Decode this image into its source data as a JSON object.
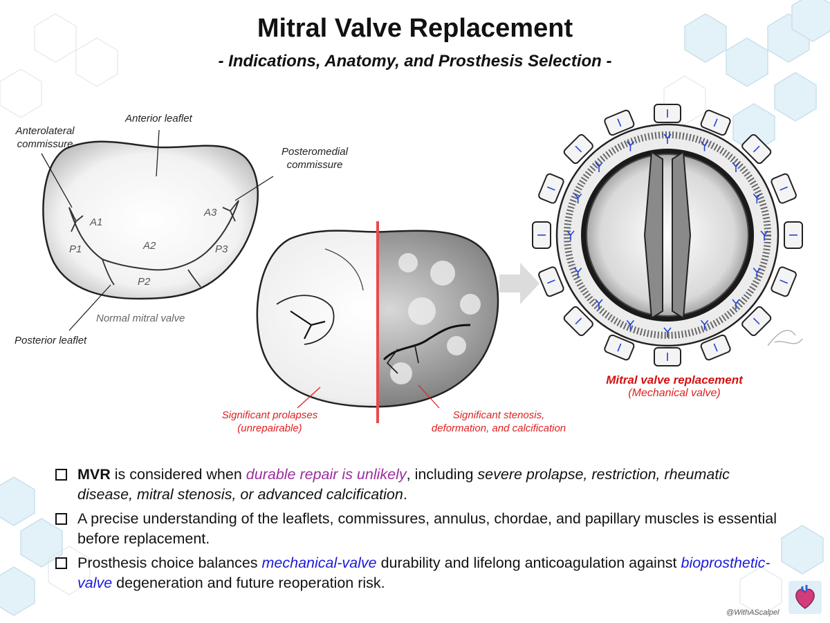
{
  "header": {
    "title": "Mitral Valve Replacement",
    "subtitle": "- Indications, Anatomy, and Prosthesis Selection -"
  },
  "normal_valve": {
    "anterior_leaflet": "Anterior leaflet",
    "anterolateral_commissure_1": "Anterolateral",
    "anterolateral_commissure_2": "commissure",
    "posteromedial_commissure_1": "Posteromedial",
    "posteromedial_commissure_2": "commissure",
    "posterior_leaflet": "Posterior leaflet",
    "caption": "Normal mitral valve",
    "segments": [
      "A1",
      "A2",
      "A3",
      "P1",
      "P2",
      "P3"
    ]
  },
  "diseased_valve": {
    "left_caption_1": "Significant prolapses",
    "left_caption_2": "(unrepairable)",
    "right_caption_1": "Significant stenosis,",
    "right_caption_2": "deformation, and calcification"
  },
  "prosthesis": {
    "caption": "Mitral valve replacement",
    "subcaption": "(Mechanical valve)"
  },
  "bullets": [
    {
      "parts": [
        {
          "text": "MVR",
          "style": "bold"
        },
        {
          "text": " is considered when ",
          "style": "normal"
        },
        {
          "text": "durable repair is unlikely",
          "style": "purple"
        },
        {
          "text": ", including ",
          "style": "normal"
        },
        {
          "text": "severe prolapse, restriction, rheumatic disease, mitral stenosis, or advanced calcification",
          "style": "italic"
        },
        {
          "text": ".",
          "style": "normal"
        }
      ]
    },
    {
      "parts": [
        {
          "text": "A precise understanding of the leaflets, commissures, annulus, chordae, and papillary muscles is essential before replacement.",
          "style": "normal"
        }
      ]
    },
    {
      "parts": [
        {
          "text": "Prosthesis choice balances ",
          "style": "normal"
        },
        {
          "text": "mechanical-valve",
          "style": "blue"
        },
        {
          "text": " durability and lifelong anticoagulation against ",
          "style": "normal"
        },
        {
          "text": "bioprosthetic-valve",
          "style": "blue"
        },
        {
          "text": " degeneration and future reoperation risk.",
          "style": "normal"
        }
      ]
    }
  ],
  "footer": {
    "handle": "@WithAScalpel",
    "logo_icon": "heart-icon"
  },
  "colors": {
    "accent_red": "#e02020",
    "purple": "#9b2d9e",
    "blue": "#1a1adb",
    "hex_bg": "#cfe6f2"
  }
}
